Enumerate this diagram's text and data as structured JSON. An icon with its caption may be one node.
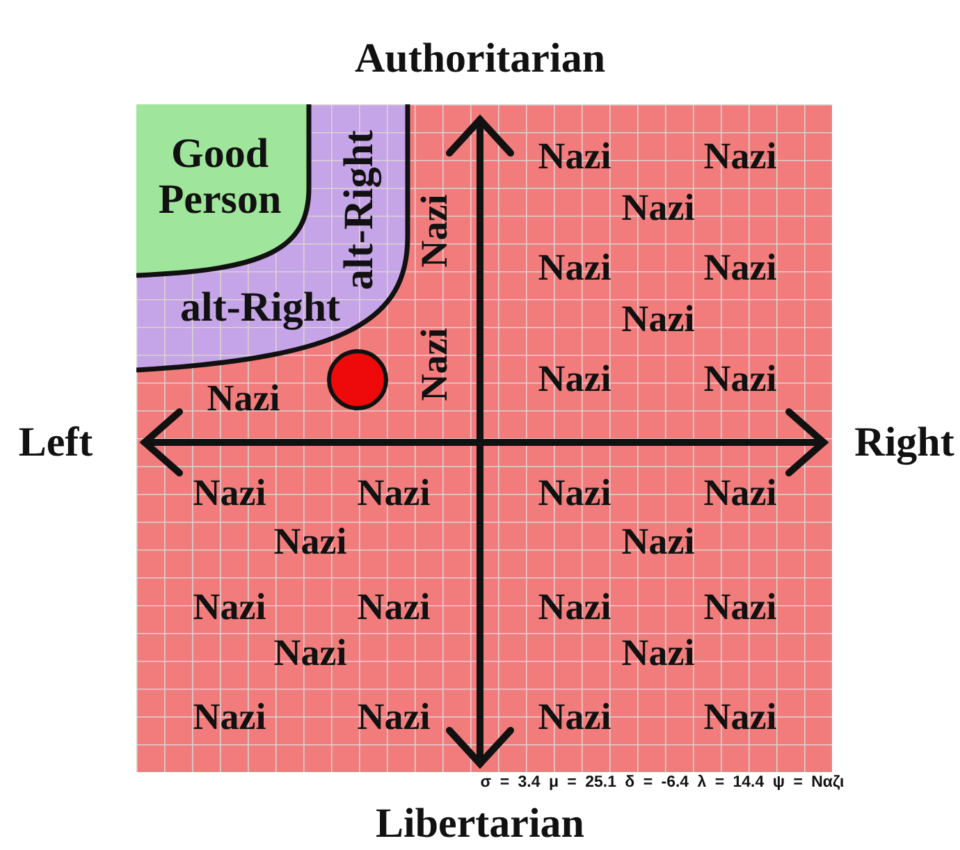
{
  "diagram": {
    "nodes": [
      {
        "text": [
          "Good Person"
        ],
        "in": 1
      },
      {
        "text": [
          "alt-Right",
          "alt-Right"
        ]
      }
    ],
    "labels": [
      "Authoritarian",
      "Nazi",
      "Nazi",
      "Nazi",
      "Nazi",
      "Nazi",
      "Nazi",
      "Nazi",
      "Nazi",
      "Nazi",
      "Nazi",
      "Nazi",
      "Left",
      "Right",
      "Nazi",
      "Nazi",
      "Nazi",
      "Nazi",
      "Nazi",
      "Nazi",
      "Nazi",
      "Nazi",
      "Nazi",
      "Nazi",
      "Nazi",
      "Nazi",
      "Nazi",
      "Nazi",
      "Nazi",
      "Nazi",
      "σ = 3.4 μ = 25.1 δ = -6.4 λ = 14.4 ψ = Ναζι",
      "Libertarian"
    ]
  }
}
